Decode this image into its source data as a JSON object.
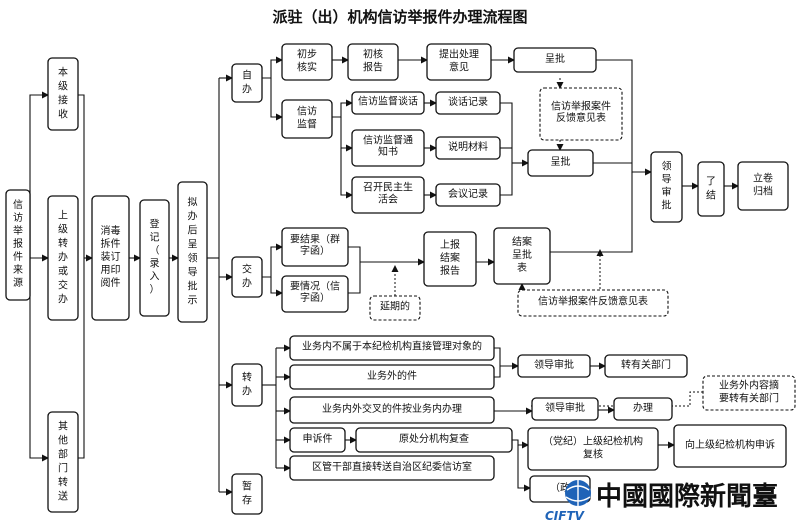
{
  "title": "派驻（出）机构信访举报件办理流程图",
  "source_box": "信访举报件来源",
  "sources": [
    "本级接收",
    "上级转办或交办",
    "其他部门转送"
  ],
  "process": [
    "消毒拆件装订用印阅件",
    "登记（录入）",
    "拟办后呈领导批示"
  ],
  "branches": {
    "self": "自办",
    "hand": "交办",
    "transfer": "转办",
    "hold": "暂存"
  },
  "self_path": {
    "initial": "初步核实",
    "initial_report": "初核报告",
    "proposal": "提出处理意见",
    "approve1": "呈批",
    "supervise": "信访监督",
    "talk": "信访监督谈话",
    "talk_record": "谈话记录",
    "notice": "信访监督通知书",
    "explain": "说明材料",
    "meeting": "召开民主生活会",
    "meeting_record": "会议记录",
    "approve2": "呈批",
    "feedback_note": "信访举报案件反馈意见表"
  },
  "hand_path": {
    "result_letter": "要结果（群字函）",
    "status_letter": "要情况（信字函）",
    "report": "上报结案报告",
    "close_form": "结案呈批表",
    "delay": "延期的",
    "feedback_form": "信访举报案件反馈意见表"
  },
  "final": {
    "leader": "领导审批",
    "done": "了结",
    "archive": "立卷归档"
  },
  "transfer_path": {
    "row1": "业务内不属于本纪检机构直接管理对象的",
    "row2": "业务外的件",
    "leader1": "领导审批",
    "to_dept": "转有关部门",
    "row3": "业务内外交叉的件按业务内办理",
    "leader2": "领导审批",
    "handle": "办理",
    "note": "业务外内容摘要转有关部门",
    "appeal": "申诉件",
    "review": "原处分机构复查",
    "party_review": "（党纪）上级纪检机构复核",
    "appeal_up": "向上级纪检机构申诉",
    "district": "区管干部直接转送自治区纪委信访室",
    "gov": "（政"
  },
  "watermark": {
    "cn": "中國國際新聞臺",
    "en": "CIFTV"
  }
}
